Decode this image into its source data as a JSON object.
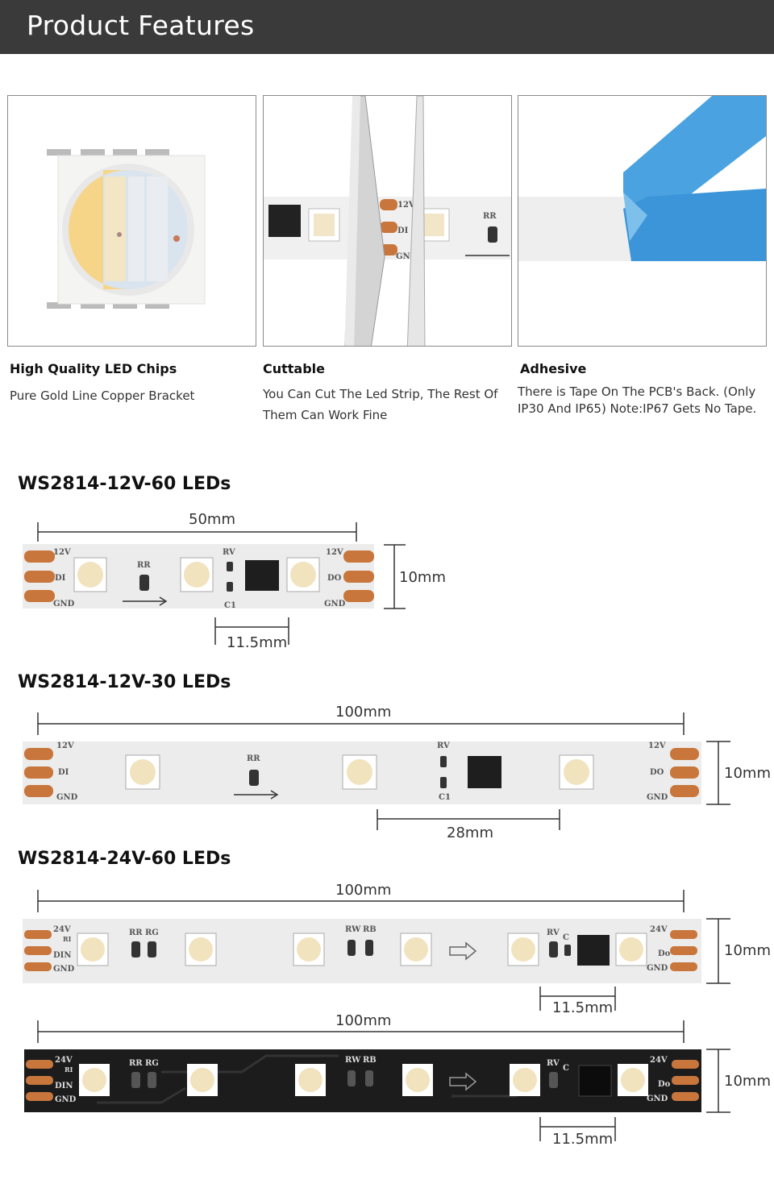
{
  "header": {
    "title": "Product Features"
  },
  "features": [
    {
      "title": "High Quality LED Chips",
      "desc": "Pure Gold Line Copper Bracket"
    },
    {
      "title": "Cuttable",
      "desc": "You Can Cut The Led Strip, The Rest Of Them Can Work Fine"
    },
    {
      "title": "Adhesive",
      "desc": "There is Tape On The PCB's Back. (Only IP30 And IP65) Note:IP67 Gets No Tape."
    }
  ],
  "cut_panel_labels": {
    "v": "12V",
    "di": "DI",
    "gnd": "GND",
    "rr": "RR"
  },
  "strips": [
    {
      "title": "WS2814-12V-60 LEDs",
      "length": "50mm",
      "width": "10mm",
      "pitch": "11.5mm",
      "labels": {
        "v": "12V",
        "di": "DI",
        "gnd": "GND",
        "rr": "RR",
        "rv": "RV",
        "c1": "C1",
        "do": "DO"
      }
    },
    {
      "title": "WS2814-12V-30 LEDs",
      "length": "100mm",
      "width": "10mm",
      "pitch": "28mm",
      "labels": {
        "v": "12V",
        "di": "DI",
        "gnd": "GND",
        "rr": "RR",
        "rv": "RV",
        "c1": "C1",
        "do": "DO"
      }
    },
    {
      "title": "WS2814-24V-60 LEDs",
      "length": "100mm",
      "width": "10mm",
      "pitch": "11.5mm",
      "labels": {
        "v": "24V",
        "di": "DIN",
        "gnd": "GND",
        "rr": "RR",
        "rg": "RG",
        "rw": "RW",
        "rb": "RB",
        "rv": "RV",
        "c": "C",
        "do": "Do",
        "ri": "RI"
      }
    },
    {
      "length": "100mm",
      "width": "10mm",
      "pitch": "11.5mm",
      "labels": {
        "v": "24V",
        "di": "DIN",
        "gnd": "GND",
        "rr": "RR",
        "rg": "RG",
        "rw": "RW",
        "rb": "RB",
        "rv": "RV",
        "c": "C",
        "do": "Do",
        "ri": "RI"
      }
    }
  ],
  "colors": {
    "header_bg": "#3a3a3a",
    "pcb_white": "#ececec",
    "pcb_black": "#1c1c1c",
    "copper": "#c8763c",
    "tape_blue": "#4aa3e0"
  }
}
